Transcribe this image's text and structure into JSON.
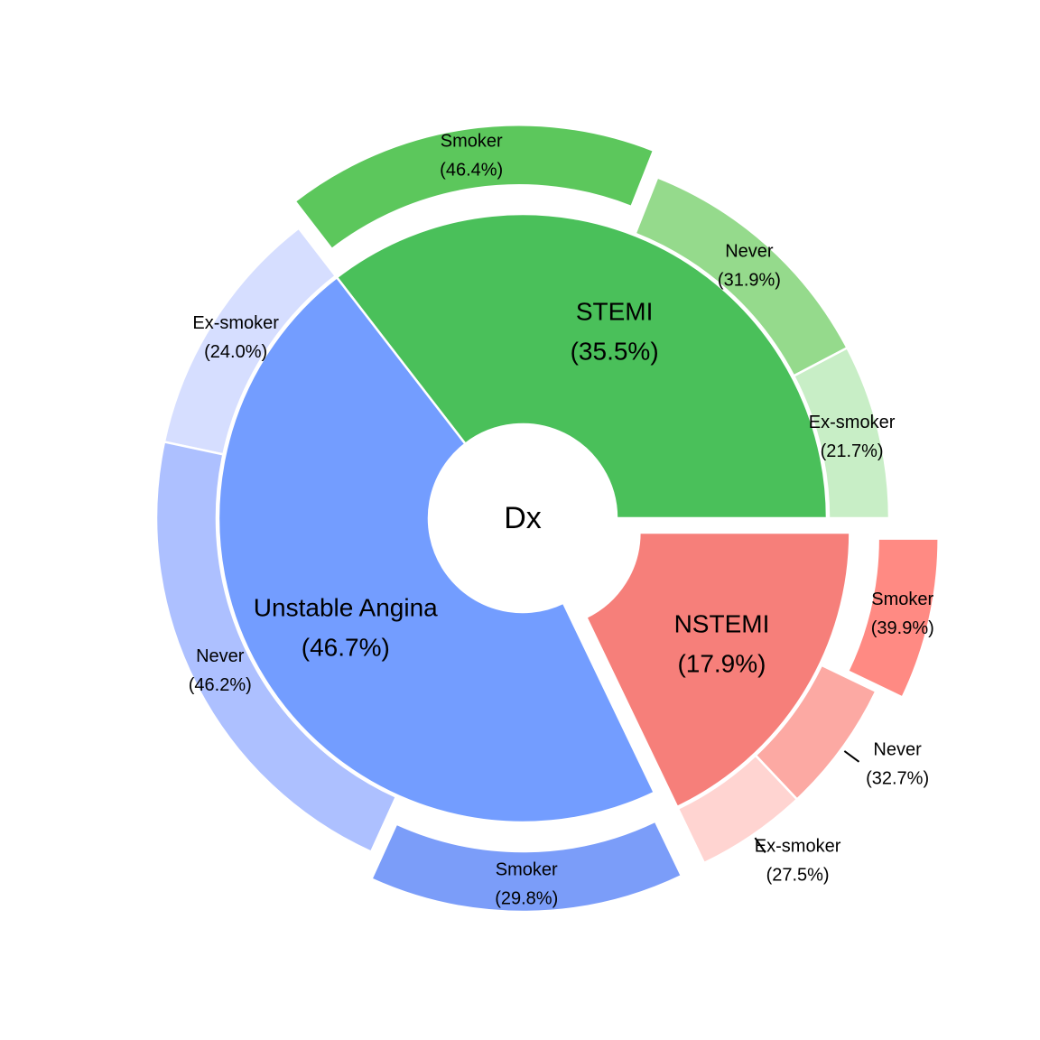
{
  "chart_data": {
    "type": "pie",
    "subtype": "nested-donut",
    "center_label": "Dx",
    "groups": [
      {
        "name": "STEMI",
        "percent_label": "(35.5%)",
        "value": 35.5,
        "color": "#4AC05A",
        "children": [
          {
            "name": "Ex-smoker",
            "percent_label": "(21.7%)",
            "value": 21.7,
            "color": "#C8EEC6"
          },
          {
            "name": "Never",
            "percent_label": "(31.9%)",
            "value": 31.9,
            "color": "#95DA8C"
          },
          {
            "name": "Smoker",
            "percent_label": "(46.4%)",
            "value": 46.4,
            "color": "#5CC75C"
          }
        ]
      },
      {
        "name": "Unstable Angina",
        "percent_label": "(46.7%)",
        "value": 46.7,
        "color": "#739DFF",
        "children": [
          {
            "name": "Ex-smoker",
            "percent_label": "(24.0%)",
            "value": 24.0,
            "color": "#D6DEFF"
          },
          {
            "name": "Never",
            "percent_label": "(46.2%)",
            "value": 46.2,
            "color": "#ADC0FF"
          },
          {
            "name": "Smoker",
            "percent_label": "(29.8%)",
            "value": 29.8,
            "color": "#7B9DF9"
          }
        ]
      },
      {
        "name": "NSTEMI",
        "percent_label": "(17.9%)",
        "value": 17.9,
        "color": "#F67F7A",
        "children": [
          {
            "name": "Ex-smoker",
            "percent_label": "(27.5%)",
            "value": 27.5,
            "color": "#FFD4D1"
          },
          {
            "name": "Never",
            "percent_label": "(32.7%)",
            "value": 32.7,
            "color": "#FCA9A3"
          },
          {
            "name": "Smoker",
            "percent_label": "(39.9%)",
            "value": 39.9,
            "color": "#FF8A83"
          }
        ]
      }
    ],
    "start_angle_deg": 0,
    "direction": "counterclockwise",
    "exploded_slices": [
      "NSTEMI",
      "STEMI / Smoker",
      "Unstable Angina / Smoker",
      "NSTEMI / Smoker"
    ],
    "legend": "none"
  }
}
